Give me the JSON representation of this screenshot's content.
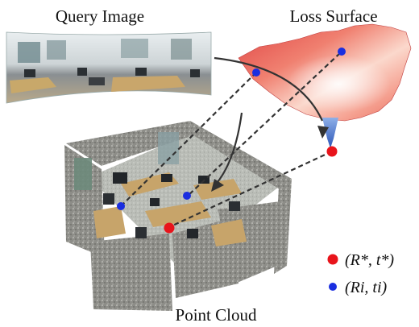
{
  "labels": {
    "query_image": "Query Image",
    "loss_surface": "Loss Surface",
    "point_cloud": "Point Cloud"
  },
  "legend": {
    "optimum": {
      "text": "(R*, t*)",
      "color": "#e8141b"
    },
    "sample": {
      "text": "(Ri, ti)",
      "color": "#1a2ee0"
    }
  },
  "colors": {
    "surface_peak": "#d93a3a",
    "surface_mid": "#f39a8a",
    "surface_light": "#fbe3dc",
    "funnel": "#4a78d0",
    "arrow": "#333333"
  }
}
